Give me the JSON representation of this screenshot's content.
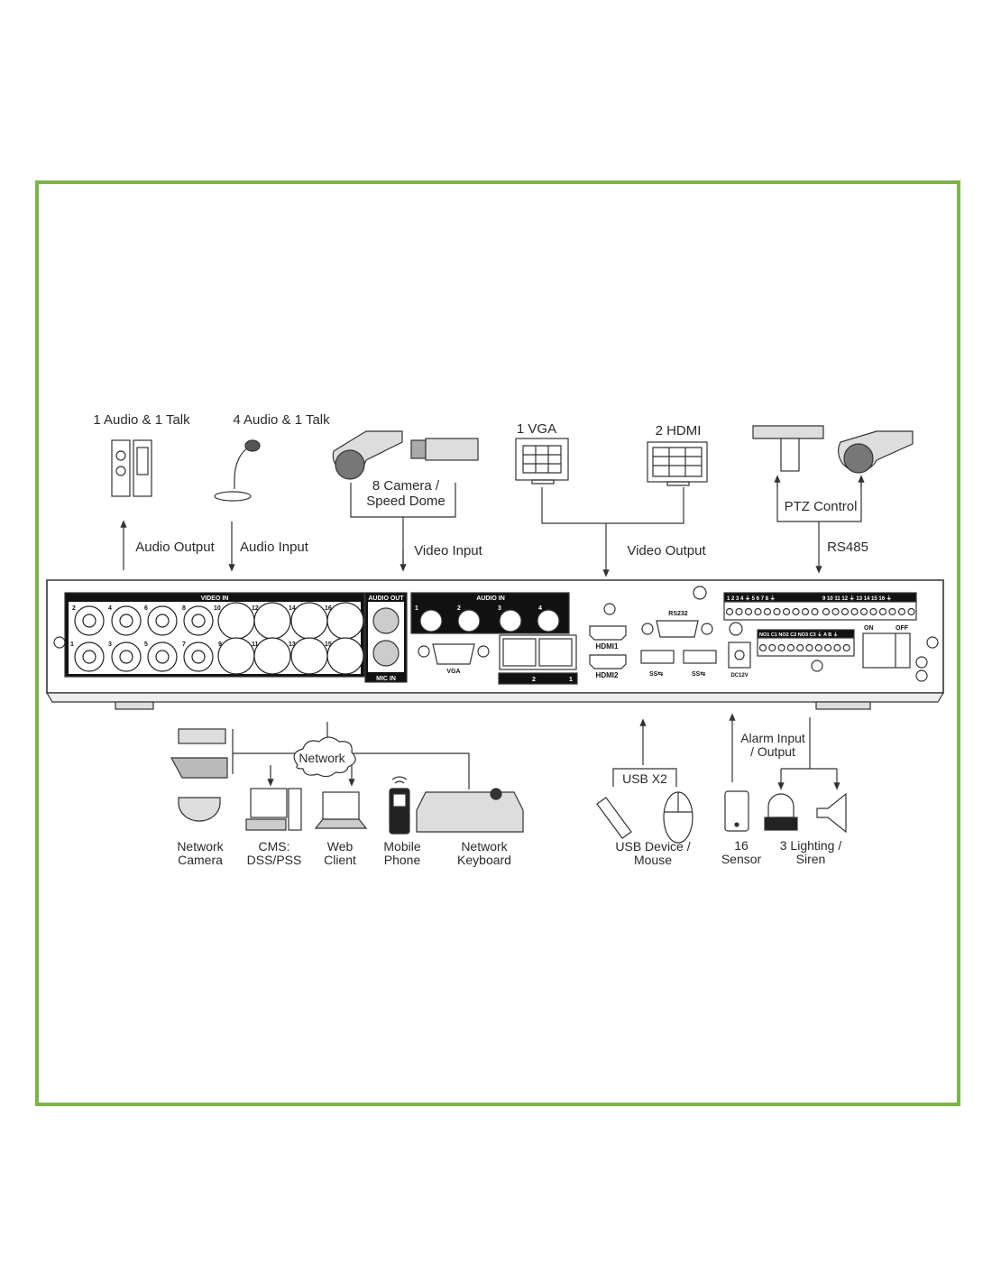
{
  "top_labels": {
    "audio_talk_1": "1 Audio  & 1 Talk",
    "audio_talk_4": "4 Audio & 1 Talk",
    "camera": [
      "8 Camera /",
      "Speed Dome"
    ],
    "vga": "1 VGA",
    "hdmi": "2 HDMI",
    "ptz": "PTZ Control",
    "audio_output": "Audio  Output",
    "audio_input": "Audio  Input",
    "video_input": "Video Input",
    "video_output": "Video Output",
    "rs485": "RS485"
  },
  "panel": {
    "video_in": "VIDEO IN",
    "audio_out": "AUDIO OUT",
    "mic_in": "MIC IN",
    "audio_in": "AUDIO IN",
    "vga": "VGA",
    "hdmi1": "HDMI1",
    "hdmi2": "HDMI2",
    "rs232": "RS232",
    "usb": "SS⇆",
    "dc": "DC12V",
    "on": "ON",
    "off": "OFF",
    "lan2": "2",
    "lan1": "1",
    "video_top_numbers": [
      "2",
      "4",
      "6",
      "8",
      "10",
      "12",
      "14",
      "16"
    ],
    "video_bottom_numbers": [
      "1",
      "3",
      "5",
      "7",
      "9",
      "11",
      "13",
      "15"
    ],
    "audio_in_numbers": [
      "1",
      "2",
      "3",
      "4"
    ],
    "alarm_in_row_1": "1  2  3  4  ⏚  5  6  7  8  ⏚",
    "alarm_in_row_2": "9  10 11 12 ⏚ 13 14 15 16 ⏚",
    "alarm_out_row": "NO1 C1 NO2 C2 NO3 C3 ⏚  A  B  ⏚"
  },
  "bottom_labels": {
    "network": "Network",
    "network_camera": [
      "Network",
      "Camera"
    ],
    "cms": [
      "CMS:",
      "DSS/PSS"
    ],
    "web_client": [
      "Web",
      "Client"
    ],
    "mobile_phone": [
      "Mobile",
      "Phone"
    ],
    "network_keyboard": [
      "Network",
      "Keyboard"
    ],
    "usb_x2": "USB X2",
    "usb_device": [
      "USB Device /",
      "Mouse"
    ],
    "alarm_io": [
      "Alarm Input",
      "/ Output"
    ],
    "sensor": [
      "16",
      "Sensor"
    ],
    "lighting": [
      "3 Lighting /",
      "Siren"
    ]
  },
  "colors": {
    "frame": "#7ab648",
    "ink": "#222222"
  }
}
